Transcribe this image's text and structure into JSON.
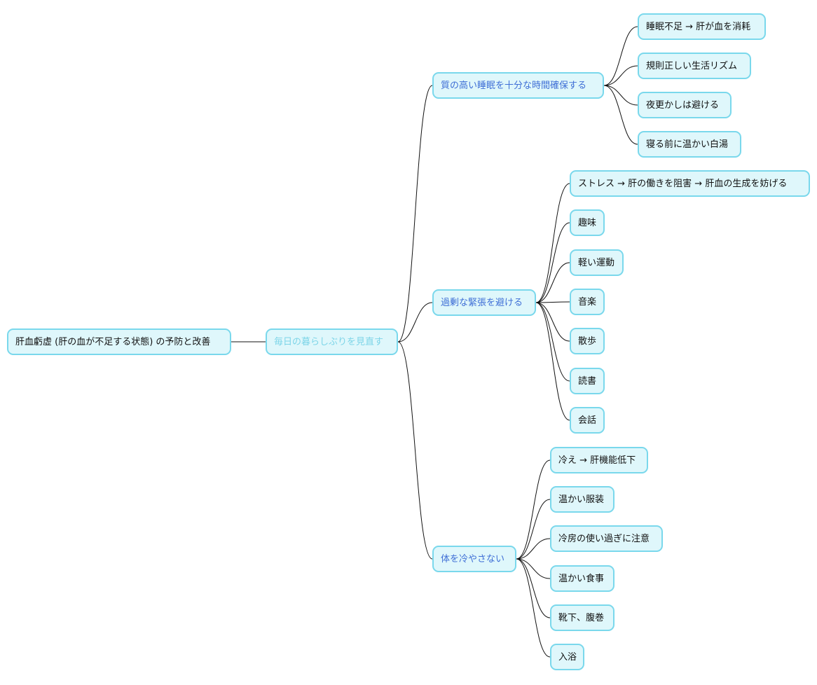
{
  "root": {
    "label": "肝血虧虚 (肝の血が不足する状態) の予防と改善"
  },
  "main": {
    "label": "毎日の暮らしぶりを見直す"
  },
  "branches": [
    {
      "label": "質の高い睡眠を十分な時間確保する",
      "children": [
        "睡眠不足 → 肝が血を消耗",
        "規則正しい生活リズム",
        "夜更かしは避ける",
        "寝る前に温かい白湯"
      ]
    },
    {
      "label": "過剰な緊張を避ける",
      "children": [
        "ストレス → 肝の働きを阻害 → 肝血の生成を妨げる",
        "趣味",
        "軽い運動",
        "音楽",
        "散歩",
        "読書",
        "会話"
      ]
    },
    {
      "label": "体を冷やさない",
      "children": [
        "冷え → 肝機能低下",
        "温かい服装",
        "冷房の使い過ぎに注意",
        "温かい食事",
        "靴下、腹巻",
        "入浴"
      ]
    }
  ]
}
